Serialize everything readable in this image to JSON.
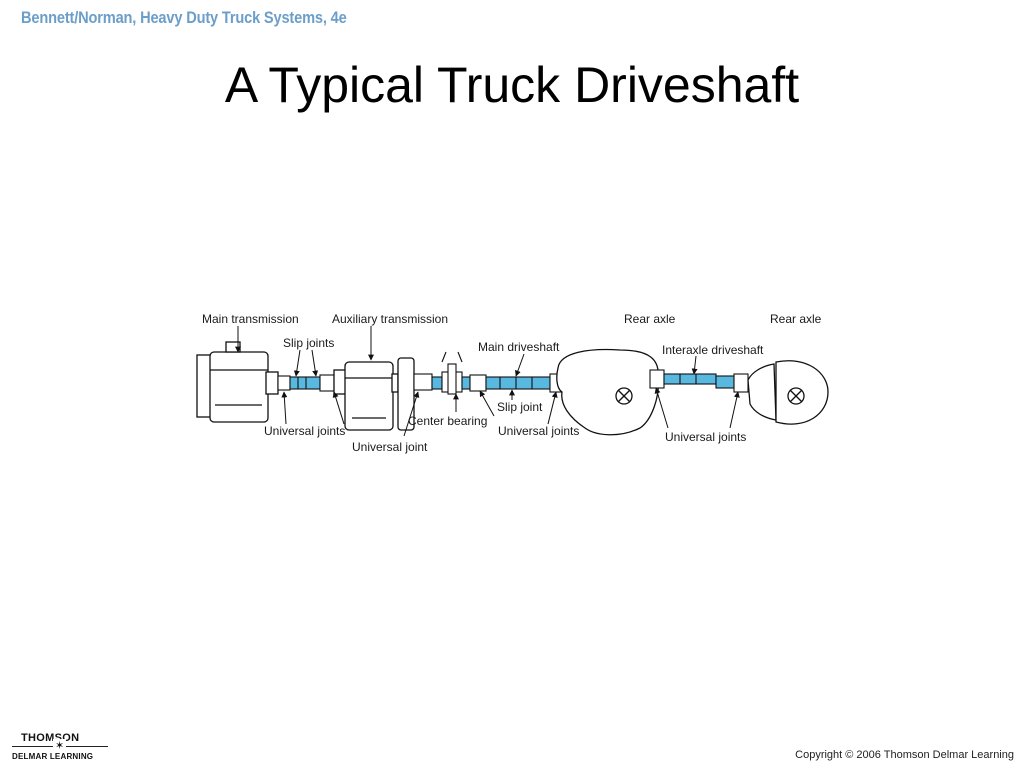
{
  "header": {
    "text": "Bennett/Norman, Heavy Duty Truck Systems, 4e",
    "color": "#6b9ec9"
  },
  "slide": {
    "title": "A Typical Truck Driveshaft"
  },
  "diagram": {
    "accent_color": "#59b8e0",
    "labels": {
      "main_transmission": "Main transmission",
      "auxiliary_transmission": "Auxiliary transmission",
      "slip_joints": "Slip joints",
      "main_driveshaft": "Main driveshaft",
      "rear_axle_front": "Rear axle",
      "rear_axle_rear": "Rear axle",
      "interaxle_driveshaft": "Interaxle driveshaft",
      "slip_joint": "Slip joint",
      "center_bearing": "Center bearing",
      "universal_joints_1": "Universal joints",
      "universal_joint": "Universal joint",
      "universal_joints_2": "Universal joints",
      "universal_joints_3": "Universal joints"
    }
  },
  "footer": {
    "logo_top": "THOMSON",
    "logo_bottom": "DELMAR LEARNING",
    "copyright": "Copyright © 2006 Thomson Delmar Learning"
  }
}
